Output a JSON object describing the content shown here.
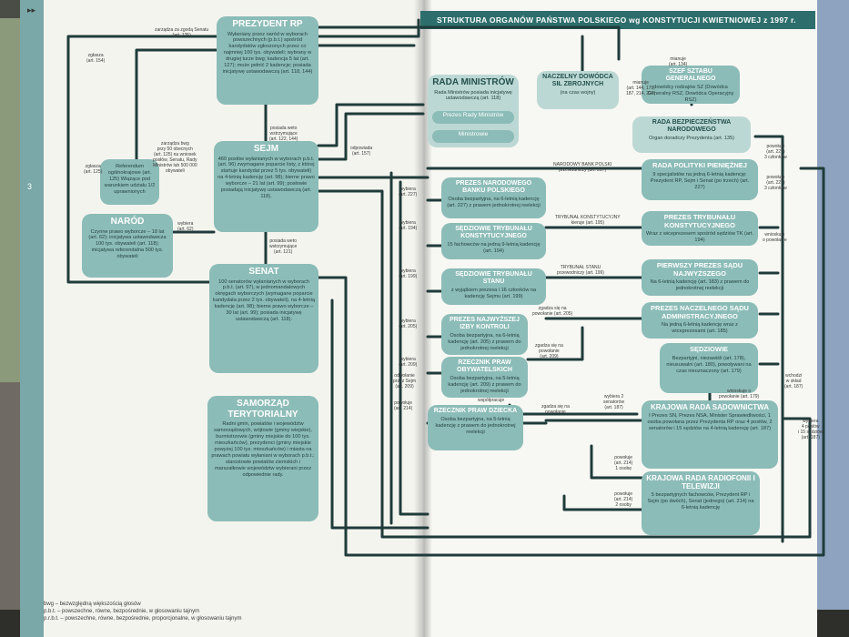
{
  "title": "STRUKTURA ORGANÓW PAŃSTWA POLSKIEGO wg KONSTYTUCJI KWIETNIOWEJ z 1997 r.",
  "page_number": "3",
  "page_marker": "▸▸",
  "nodes": {
    "prezydent": {
      "title": "PREZYDENT RP",
      "desc": "Wyłaniany przez naród w wyborach powszechnych (p.b.t.) spośród kandydatów zgłoszonych przez co najmniej 100 tys. obywateli; wybrany w drugiej turze bwg; kadencja 5 lat (art. 127); może pełnić 2 kadencje; posiada inicjatywę ustawodawczą (art. 118, 144)"
    },
    "sejm": {
      "title": "SEJM",
      "desc": "460 posłów wyłanianych w wyborach p.b.t. (art. 96) zwymagane poparcie listy, z której startuje kandydat przez 5 tys. obywateli) na 4-letnią kadencję (art. 98); bierne prawo wyborcze – 21 lat (art. 99); posłowie posiadają inicjatywę ustawodawczą (art. 118)."
    },
    "senat": {
      "title": "SENAT",
      "desc": "100 senatorów wyłanianych w wyborach p.b.t. (art. 97), w jednomandatowych okręgach wyborczych (wymagane poparcie kandydata przez 2 tys. obywateli), na 4-letnią kadencję (art. 98); bierne prawo wyborcze – 30 lat (art. 99); posiada inicjatywę ustawodawczą (art. 118)."
    },
    "narod": {
      "title": "NARÓD",
      "desc": "Czynne prawo wyborcze – 18 lat (art. 62); inicjatywa ustawodawcza 100 tys. obywateli (art. 118); inicjatywa referendalna 500 tys. obywateli"
    },
    "referendum": {
      "title": "",
      "desc": "Referendum ogólnokrajowe (art. 125) Wiążące pod warunkiem udziału 1/2 uprawnionych"
    },
    "samorzad": {
      "title": "SAMORZĄD TERYTORIALNY",
      "desc": "Radni gmin, powiatów i województw samorządowych, wójtowie (gminy wiejskie), burmistrzowie (gminy miejskie do 100 tys. mieszkańców), prezydenci (gminy miejskie powyżej 100 tys. mieszkańców) i miasta na prawach powiatu wyłaniani w wyborach p.b.t.; starostowie powiatów ziemskich i marszałkowie województw wybierani przez odpowiednie rady."
    },
    "rada_ministrow": {
      "title": "RADA MINISTRÓW",
      "desc": "Rada Ministrów posiada inicjatywę ustawodawczą (art. 118)"
    },
    "prezes_rm": {
      "title": "Prezes Rady Ministrów",
      "desc": ""
    },
    "ministrowie": {
      "title": "Ministrowie",
      "desc": ""
    },
    "naczelny_dowodca": {
      "title": "NACZELNY DOWÓDCA SIŁ ZBROJNYCH",
      "desc": "(na czas wojny)"
    },
    "szef_sztabu": {
      "title": "SZEF SZTABU GENERALNEGO",
      "desc": "dowódcy rodzajów SZ (Dowódca Generalny RSZ, Dowódca Operacyjny RSZ)"
    },
    "rbn": {
      "title": "RADA BEZPIECZEŃSTWA NARODOWEGO",
      "desc": "Organ doradczy Prezydenta (art. 135)"
    },
    "rpp": {
      "title": "RADA POLITYKI PIENIĘŻNEJ",
      "desc": "9 specjalistów na jedną 6-letnią kadencję: Prezydent RP, Sejm i Senat (po trzech) (art. 227)"
    },
    "prezes_tk": {
      "title": "PREZES TRYBUNAŁU KONSTYTUCYJNEGO",
      "desc": "Wraz z wiceprezesem spośród sędziów TK (art. 194)"
    },
    "pierwszy_prezes_sn": {
      "title": "PIERWSZY PREZES SĄDU NAJWYŻSZEGO",
      "desc": "Na 6-letnią kadencję (art. 183) z prawem do jednokrotnej reelekcji"
    },
    "prezes_nsa": {
      "title": "PREZES NACZELNEGO SĄDU ADMINISTRACYJNEGO",
      "desc": "Na jedną 6-letnią kadencję wraz z wiceprezesami (art. 185)"
    },
    "sedziowie": {
      "title": "SĘDZIOWIE",
      "desc": "Bezpartyjni, niezawiśli (art. 178), nieusuwalni (art. 180), powoływani na czas nieoznaczony (art. 179)"
    },
    "krs": {
      "title": "KRAJOWA RADA SĄDOWNICTWA",
      "desc": "I Prezes SN, Prezes NSA, Minister Sprawiedliwości, 1 osoba powołana przez Prezydenta RP oraz 4 posłów, 2 senatorów i 15 sędziów na 4-letnią kadencję (art. 187)"
    },
    "krrit": {
      "title": "KRAJOWA RADA RADIOFONII I TELEWIZJI",
      "desc": "5 bezpartyjnych fachowców, Prezydent RP i Sejm (po dwóch), Senat (jednego) (art. 214) na 6-letnią kadencję"
    },
    "prezes_nbp": {
      "title": "PREZES NARODOWEGO BANKU POLSKIEGO",
      "desc": "Osoba bezpartyjna, na 6-letnią kadencję (art. 227) z prawem jednokrotnej reelekcji"
    },
    "sedziowie_tk": {
      "title": "SĘDZIOWIE TRYBUNAŁU KONSTYTUCYJNEGO",
      "desc": "15 fachowców na jedną 9-letnią kadencję (art. 194)"
    },
    "sedziowie_ts": {
      "title": "SĘDZIOWIE TRYBUNAŁU STANU",
      "desc": "z wyjątkiem prezesa i 16 członków na kadencję Sejmu (art. 199)"
    },
    "prezes_nik": {
      "title": "PREZES NAJWYŻSZEJ IZBY KONTROLI",
      "desc": "Osoba bezpartyjna, na 6-letnią kadencję (art. 205) z prawem do jednokrotnej reelekcji"
    },
    "rpo": {
      "title": "RZECZNIK PRAW OBYWATELSKICH",
      "desc": "Osoba bezpartyjna, na 5-letnią kadencję (art. 209) z prawem do jednokrotnej reelekcji"
    },
    "rpd": {
      "title": "RZECZNIK PRAW DZIECKA",
      "desc": "Osoba bezpartyjna, na 5-letnią kadencję z prawem do jednokrotnej reelekcji"
    }
  },
  "labels": {
    "l1": "zarządza za zgodą Senatu\n(art. 125)",
    "l2": "zgłasza\n(art. 154)",
    "l3": "posiada weto\nwstrzymujące\n(art. 122, 144)",
    "l4": "zarządza bwg\nprzy 50 obecnych\n(art. 125) na wniosek\nposłów, Senatu, Rady\nMinistrów lub 500 000\nobywateli",
    "l5": "zgłasza\n(art. 125)",
    "l6": "wybiera\n(art. 62)",
    "l7": "posiada weto\nwstrzymujące\n(art. 121)",
    "l8": "odpowiada\n(art. 157)",
    "l9": "NARODOWY BANK POLSKI\nprzewodniczy (art. 227)",
    "l10": "TRYBUNAŁ KONSTYTUCYJNY\nkieruje (art. 195)",
    "l11": "TRYBUNAŁ STANU\nprzewodniczy (art. 199)",
    "l12": "powołuje\n(art. 227)\n3 członków",
    "l13": "wnioskuje\no powołanie",
    "l14": "wchodzi\nw skład\n(art. 187)",
    "l15": "wybiera\n4 posłów\ni 15 sędziów\n(art. 187)",
    "l16": "wybiera 2\nsenatorów\n(art. 187)",
    "l17": "zgadza się na\npowołanie (art. 205)",
    "l18": "zgadza się na\npowołanie\n(art. 209)",
    "l19": "zgadza się na\npowołanie",
    "l20": "współpracuje",
    "l21": "powołuje\n(art. 214)\n1 osobę",
    "l22": "powołuje\n(art. 214)\n2 osoby",
    "l23": "mianuje\n(art. 134)",
    "l24": "mianuje\n(art. 144, 179,\n187, 214, 227)",
    "l25": "wnioskuje o\npowołanie (art. 179)",
    "l26": "wybiera\n(art. 227)",
    "l27": "wybiera\n(art. 194)",
    "l28": "powołuje\n(art. 227)\n3 członków",
    "l29": "wybiera\n(art. 205)",
    "l30": "wybiera\n(art. 209)",
    "l31": "powołuje\n(art. 214)",
    "l32": "odwołanie\nprzez Sejm\n(art. 209)",
    "l33": "wybiera\n(art. 199)"
  },
  "legend": [
    "bwg – bezwzględną większością głosów",
    "p.b.t. – powszechne, równe, bezpośrednie, w głosowaniu tajnym",
    "p.r.b.t. – powszechne, równe, bezpośrednie, proporcjonalne, w głosowaniu tajnym"
  ],
  "colors": {
    "box": "#8cbcb7",
    "box_light": "#bcd8d4",
    "line": "#1f3b3a",
    "banner": "#2d6e6c"
  }
}
